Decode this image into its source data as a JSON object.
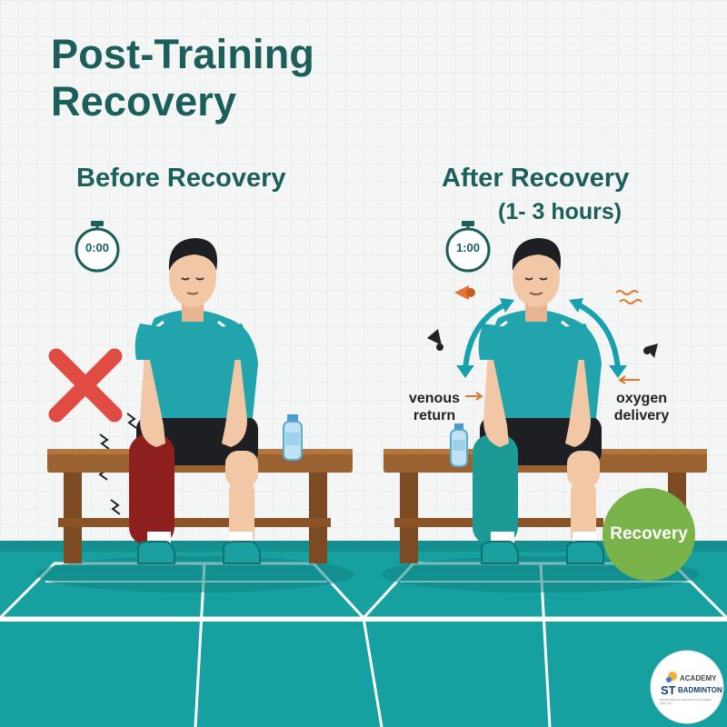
{
  "title_lines": [
    "Post-Training",
    "Recovery"
  ],
  "before": {
    "heading": "Before Recovery",
    "timer": "0:00"
  },
  "after": {
    "heading": "After Recovery",
    "subheading": "(1- 3 hours)",
    "timer": "1:00"
  },
  "annotations": {
    "venous_line1": "venous",
    "venous_line2": "return",
    "oxygen_line1": "oxygen",
    "oxygen_line2": "delivery"
  },
  "badge": {
    "label": "Recovery"
  },
  "logo": {
    "line1": "ACADEMY",
    "brand": "ST",
    "line2": "BADMINTON",
    "tagline": "PROFESSIONAL BADMINTON CLASSES FOR YOU"
  },
  "colors": {
    "teal_dark": "#1b5e5a",
    "court": "#17a0a0",
    "shirt": "#22a4ad",
    "bench": "#9a6131",
    "cross": "#e04b43",
    "sore_leg": "#8e1f1f",
    "badge": "#79b34a"
  }
}
